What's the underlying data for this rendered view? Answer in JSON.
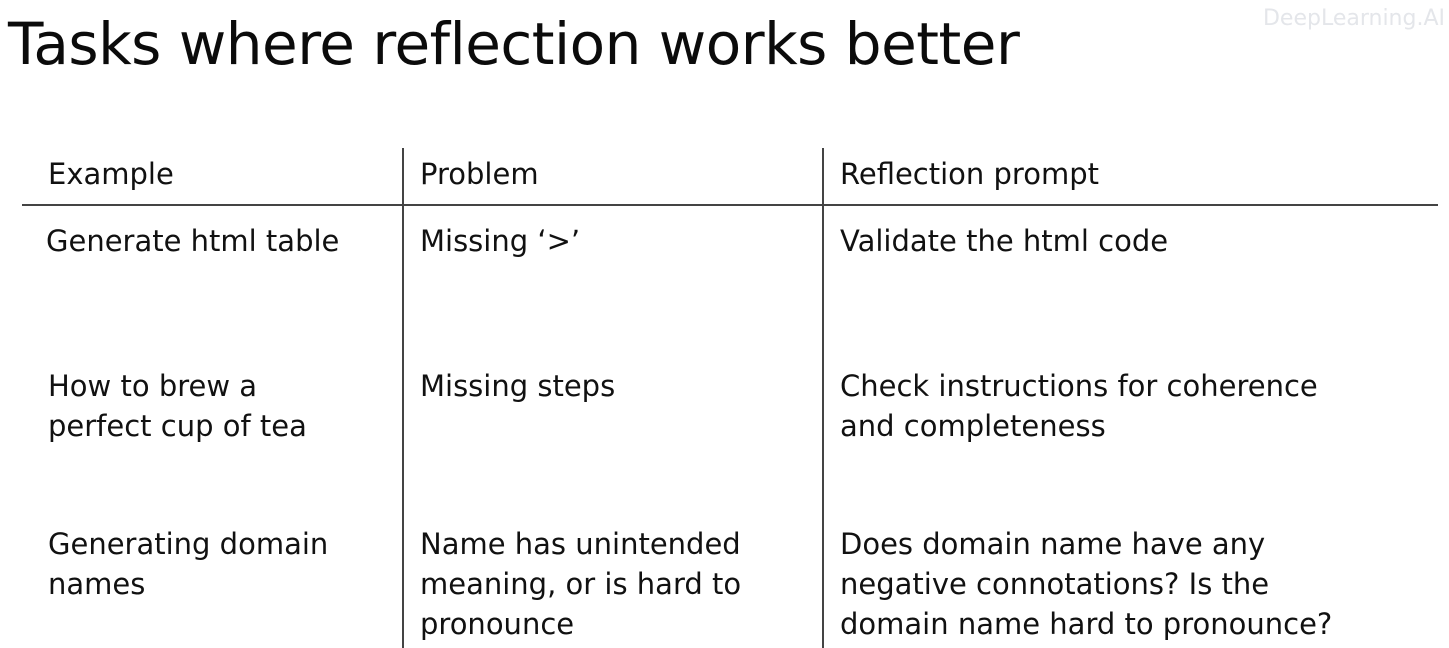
{
  "slide": {
    "title": "Tasks where reflection works better",
    "watermark": "DeepLearning.AI"
  },
  "table": {
    "headers": [
      "Example",
      "Problem",
      "Reflection prompt"
    ],
    "rows": [
      {
        "example": [
          "Generate html table"
        ],
        "problem": [
          "Missing ‘>’"
        ],
        "reflection_prompt": [
          "Validate the html code"
        ]
      },
      {
        "example": [
          "How to brew a",
          "perfect cup of tea"
        ],
        "problem": [
          "Missing steps"
        ],
        "reflection_prompt": [
          "Check instructions for coherence",
          "and completeness"
        ]
      },
      {
        "example": [
          "Generating domain",
          "names"
        ],
        "problem": [
          "Name has unintended",
          "meaning, or is hard to",
          "pronounce"
        ],
        "reflection_prompt": [
          "Does domain name have any",
          "negative connotations? Is the",
          "domain name hard to pronounce?"
        ]
      }
    ]
  }
}
